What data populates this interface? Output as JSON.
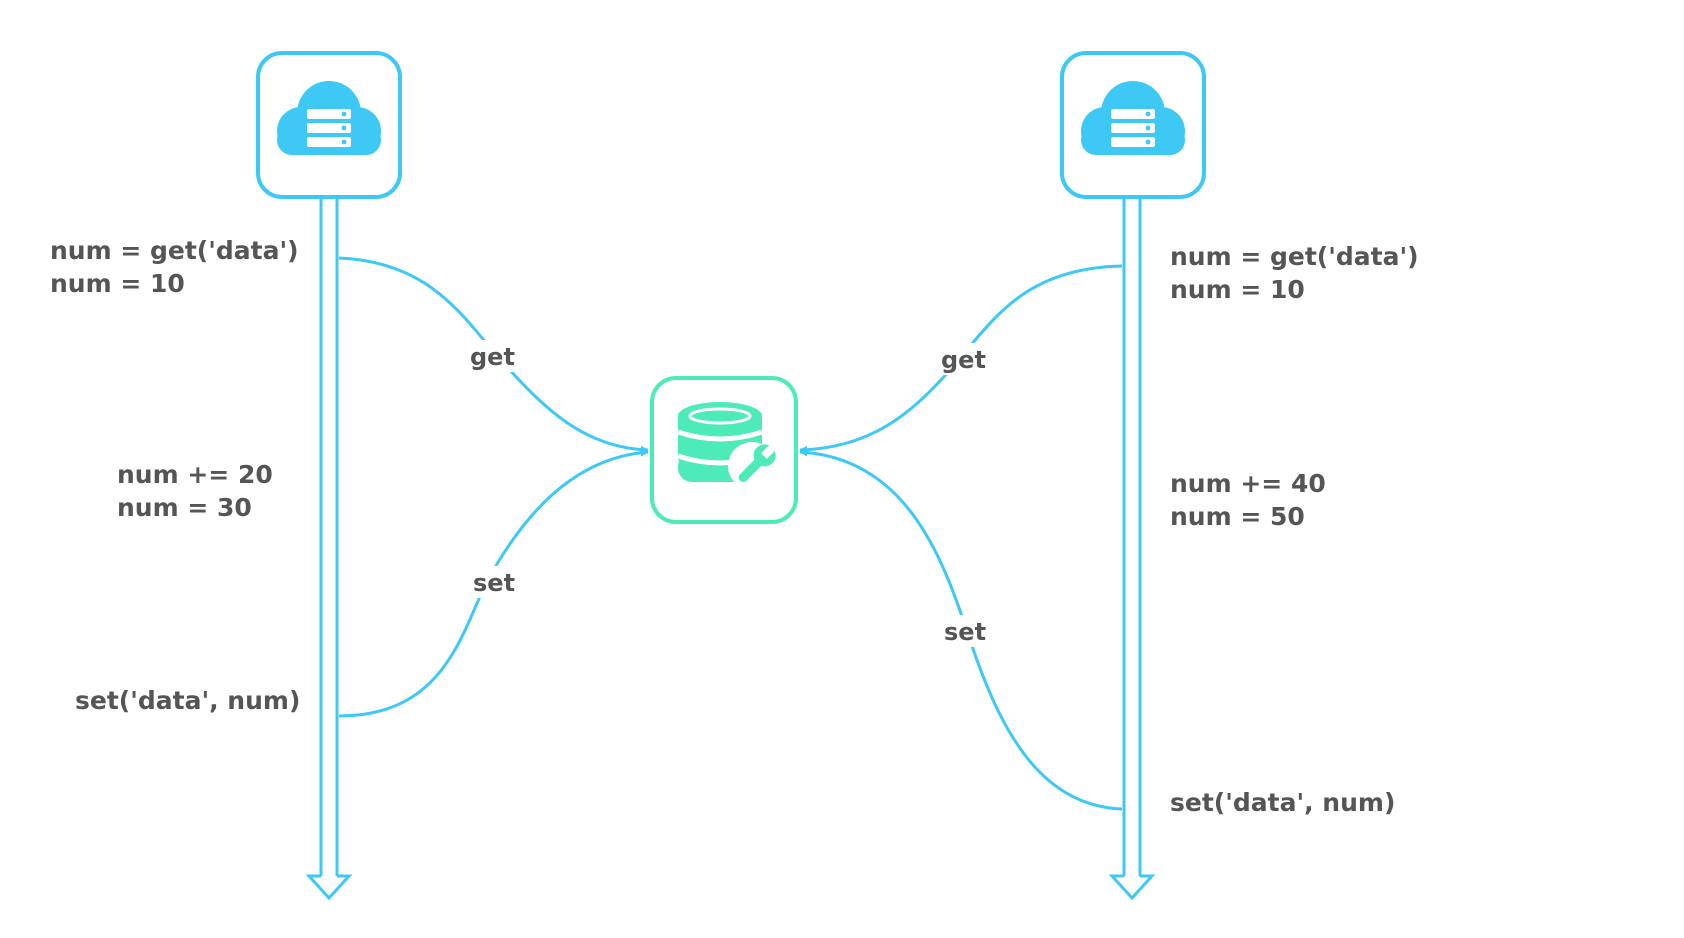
{
  "colors": {
    "flow": "#3dc8f5",
    "database": "#4deaba",
    "text": "#555555"
  },
  "icons": {
    "left_server": "cloud-server-icon",
    "right_server": "cloud-server-icon",
    "database": "database-wrench-icon"
  },
  "left_client": {
    "step1_line1": "num = get('data')",
    "step1_line2": "num = 10",
    "step2_line1": "num += 20",
    "step2_line2": "num = 30",
    "step3": "set('data', num)"
  },
  "right_client": {
    "step1_line1": "num = get('data')",
    "step1_line2": "num = 10",
    "step2_line1": "num += 40",
    "step2_line2": "num = 50",
    "step3": "set('data', num)"
  },
  "edges": {
    "left_get": "get",
    "left_set": "set",
    "right_get": "get",
    "right_set": "set"
  }
}
